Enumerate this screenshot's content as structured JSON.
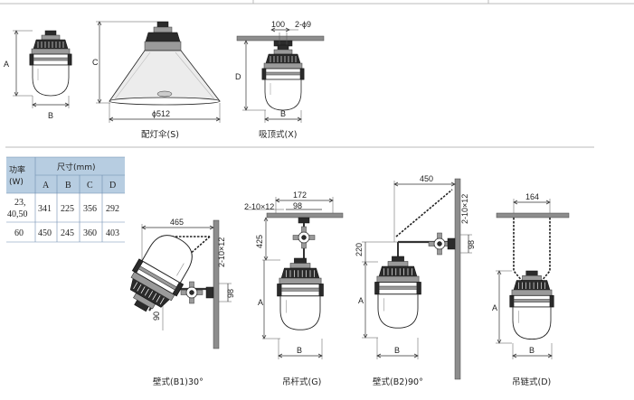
{
  "captions": {
    "shade": "配灯伞(S)",
    "ceiling": "吸顶式(X)",
    "wall_b1": "壁式(B1)30°",
    "pendant_rod": "吊杆式(G)",
    "wall_b2": "壁式(B2)90°",
    "pendant_chain": "吊链式(D)"
  },
  "dims": {
    "A": "A",
    "B": "B",
    "C": "C",
    "D": "D",
    "shade_dia": "ϕ512",
    "ceiling_width": "100",
    "ceiling_holes": "2-ϕ9",
    "b1_len": "465",
    "b1_drop": "90",
    "b1_slot": "2-10×12",
    "b1_h": "98",
    "g_w1": "172",
    "g_w2": "98",
    "g_slot": "2-10×12",
    "g_h": "425",
    "b2_len": "450",
    "b2_slot": "2-10×12",
    "b2_h1": "220",
    "b2_h2": "98",
    "d_w": "164"
  },
  "table": {
    "col_power": "功率",
    "col_power_unit": "(W)",
    "col_size": "尺寸(mm)",
    "headers": [
      "A",
      "B",
      "C",
      "D"
    ],
    "rows": [
      {
        "power_line1": "23,",
        "power_line2": "40,50",
        "values": [
          "341",
          "225",
          "356",
          "292"
        ]
      },
      {
        "power_line1": "60",
        "power_line2": "",
        "values": [
          "450",
          "245",
          "360",
          "403"
        ]
      }
    ]
  }
}
